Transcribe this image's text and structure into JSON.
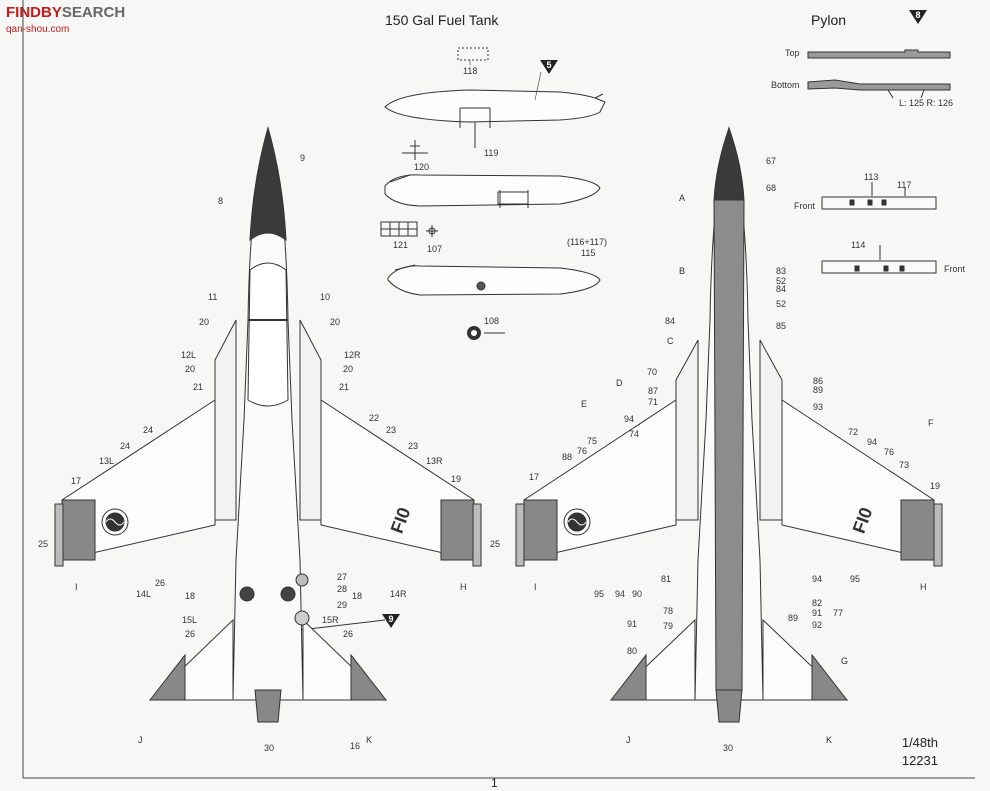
{
  "watermark": {
    "brand": "FINDBY SEARCH",
    "brand_a": "FINDBY",
    "brand_b": "SEARCH",
    "site": "qan-shou.com"
  },
  "titles": {
    "fuel_tank": "150  Gal  Fuel  Tank",
    "pylon": "Pylon"
  },
  "pylon": {
    "top_label": "Top",
    "bottom_label": "Bottom",
    "lr_label": "L: 125  R: 126",
    "front_label_1": "Front",
    "front_label_2": "Front",
    "part_113": "113",
    "part_117": "117",
    "part_114": "114",
    "step_badge": "8"
  },
  "fuel_tank": {
    "step_badge": "5",
    "p118": "118",
    "p119": "119",
    "p120": "120",
    "p121": "121",
    "p107": "107",
    "p115": "115",
    "p116_117": "(116+117)",
    "p108": "108"
  },
  "left_plane": {
    "labels": [
      "9",
      "8",
      "11",
      "10",
      "20",
      "20",
      "12L",
      "12R",
      "20",
      "20",
      "21",
      "21",
      "22",
      "24",
      "23",
      "24",
      "23",
      "13L",
      "13R",
      "17",
      "19",
      "25",
      "25",
      "I",
      "H",
      "26",
      "14L",
      "27",
      "28",
      "18",
      "18",
      "29",
      "14R",
      "15L",
      "15R",
      "26",
      "26",
      "16",
      "30",
      "J",
      "K"
    ],
    "step_badge": "9",
    "roundel_text": "FI0"
  },
  "right_plane": {
    "labels": [
      "67",
      "68",
      "A",
      "B",
      "83",
      "52",
      "84",
      "52",
      "85",
      "84",
      "C",
      "70",
      "D",
      "87",
      "71",
      "86",
      "89",
      "93",
      "E",
      "94",
      "74",
      "75",
      "76",
      "88",
      "17",
      "72",
      "94",
      "76",
      "73",
      "F",
      "19",
      "95",
      "94",
      "90",
      "81",
      "94",
      "95",
      "77",
      "82",
      "91",
      "92",
      "89",
      "78",
      "79",
      "91",
      "80",
      "G",
      "J",
      "30",
      "K",
      "I",
      "H"
    ]
  },
  "footer": {
    "scale": "1/48th",
    "kit_number": "12231",
    "page_number": "1"
  }
}
